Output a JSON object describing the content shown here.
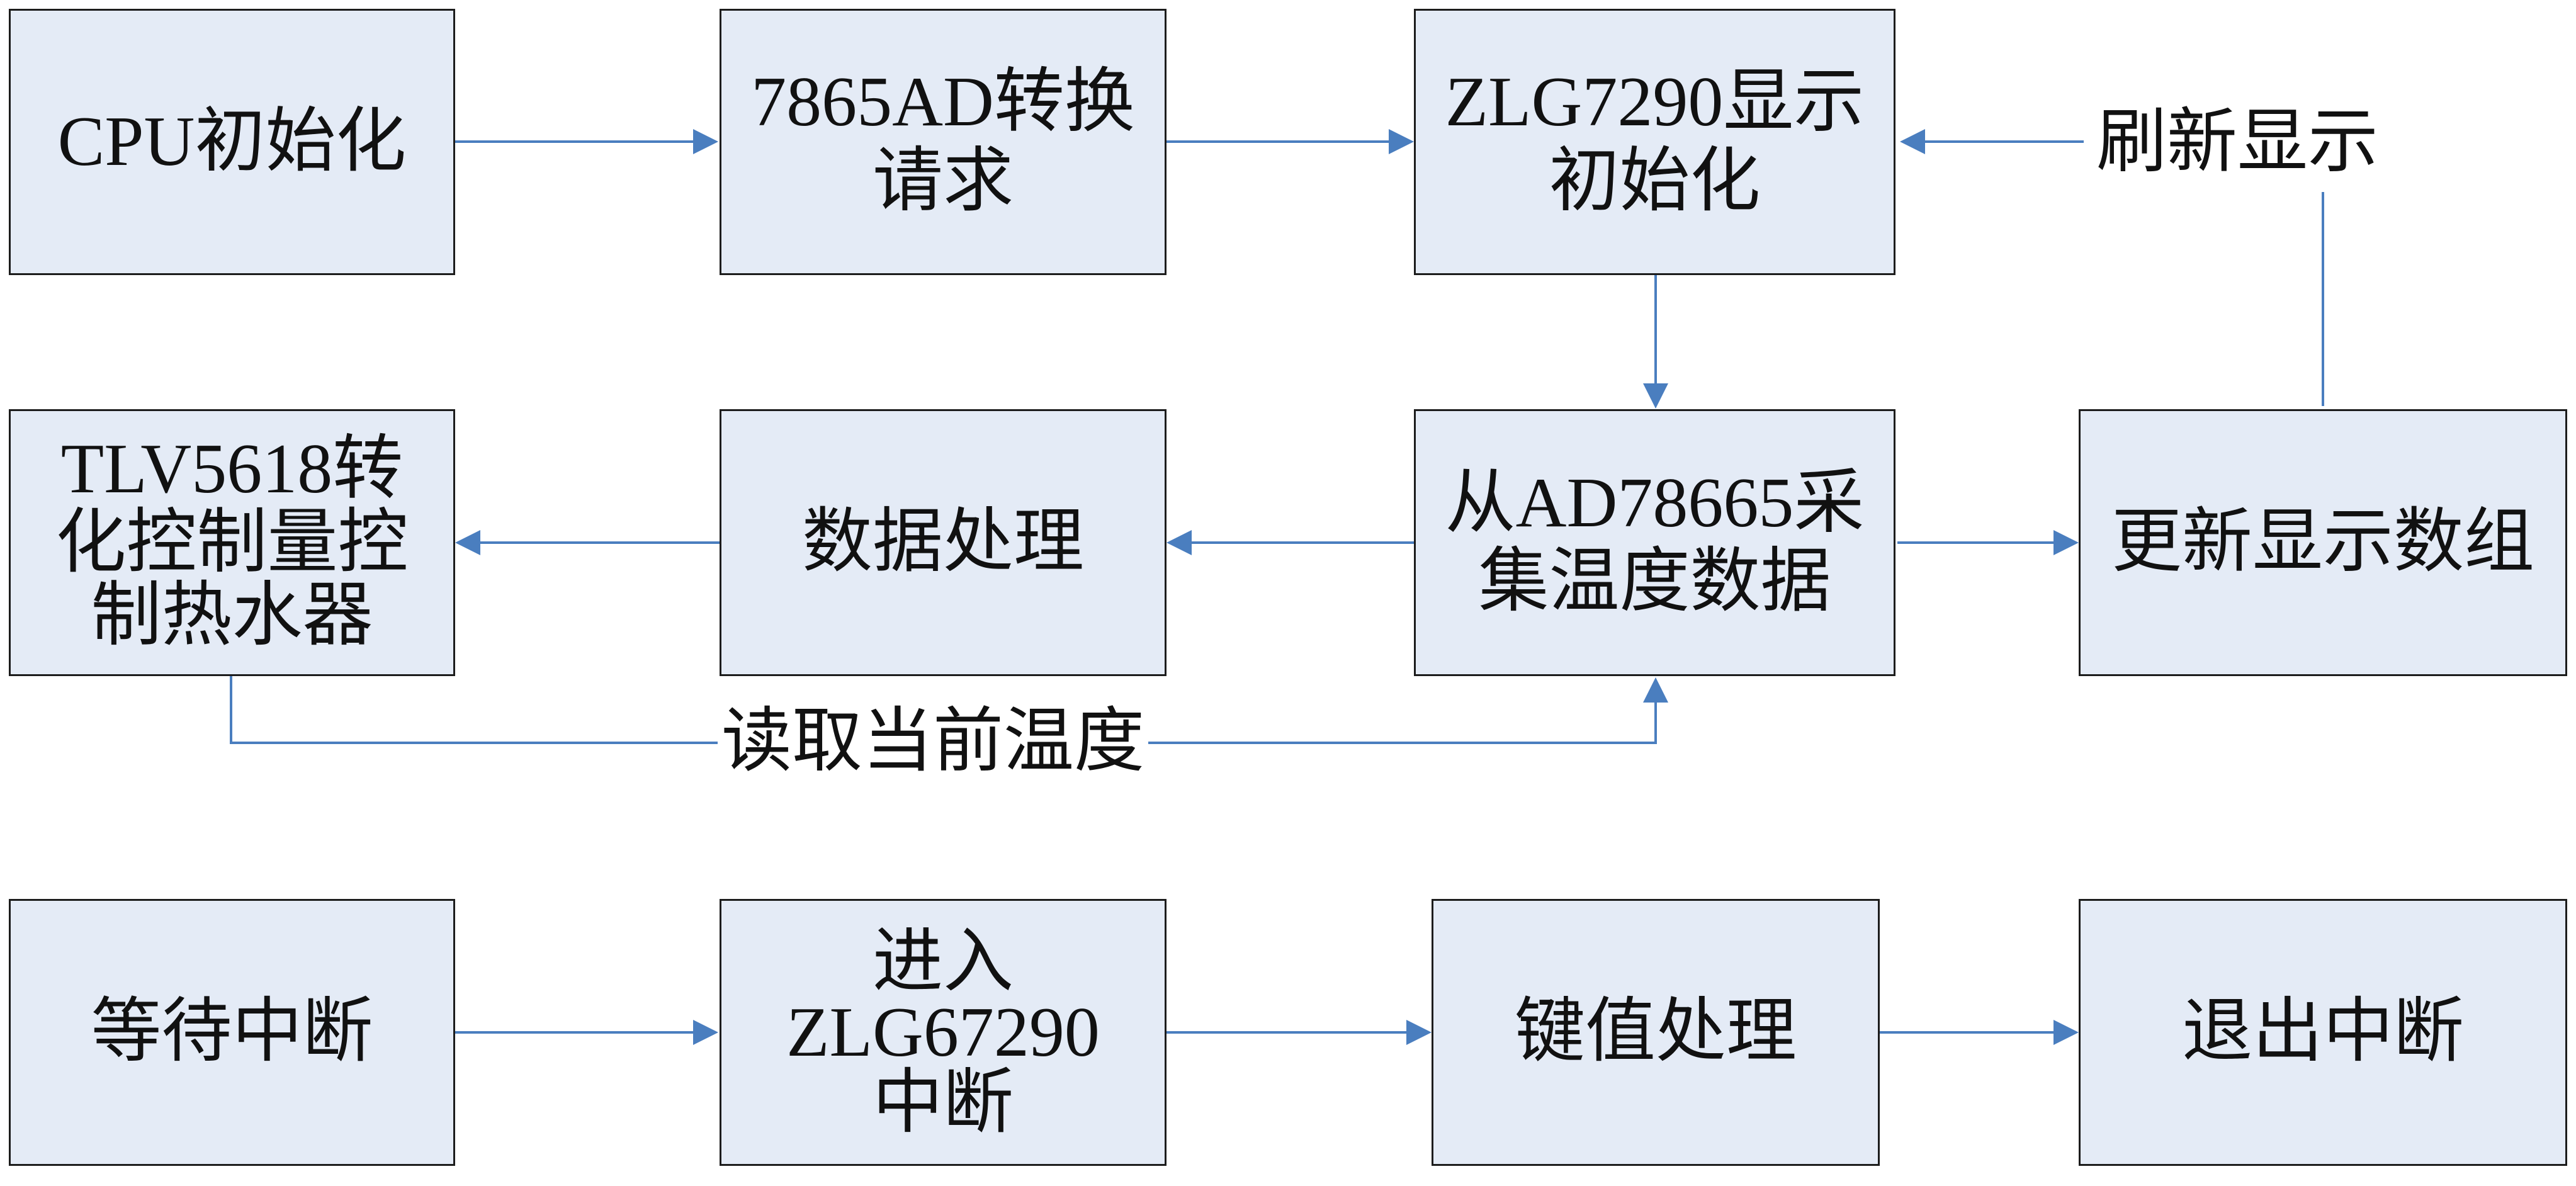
{
  "diagram": {
    "colors": {
      "box_fill": "#e4ebf6",
      "box_border": "#1c1c1c",
      "connector": "#4a7ebf"
    },
    "nodes": {
      "cpu_init": "CPU初始化",
      "ad_request": "7865AD转换\n请求",
      "display_init": "ZLG7290显示\n初始化",
      "tlv_control": "TLV5618转\n化控制量控\n制热水器",
      "data_process": "数据处理",
      "collect_temp": "从AD78665采\n集温度数据",
      "update_array": "更新显示数组",
      "wait_interrupt": "等待中断",
      "enter_interrupt": "进入\nZLG67290\n中断",
      "key_process": "键值处理",
      "exit_interrupt": "退出中断"
    },
    "edge_labels": {
      "refresh_display": "刷新显示",
      "read_current_temp": "读取当前温度"
    }
  }
}
